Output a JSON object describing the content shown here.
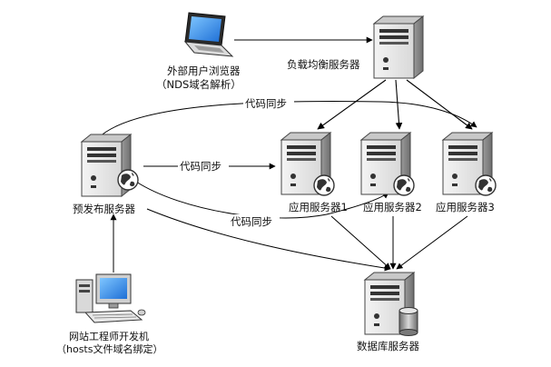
{
  "nodes": {
    "browser": {
      "line1": "外部用户浏览器",
      "line2": "（NDS域名解析）"
    },
    "load_balancer": {
      "label": "负载均衡服务器"
    },
    "prerelease": {
      "label": "预发布服务器"
    },
    "app1": {
      "label": "应用服务器1"
    },
    "app2": {
      "label": "应用服务器2"
    },
    "app3": {
      "label": "应用服务器3"
    },
    "dev": {
      "line1": "网站工程师开发机",
      "line2": "（hosts文件域名绑定）"
    },
    "database": {
      "label": "数据库服务器"
    }
  },
  "edges": {
    "sync_top": "代码同步",
    "sync_mid": "代码同步",
    "sync_low": "代码同步"
  }
}
